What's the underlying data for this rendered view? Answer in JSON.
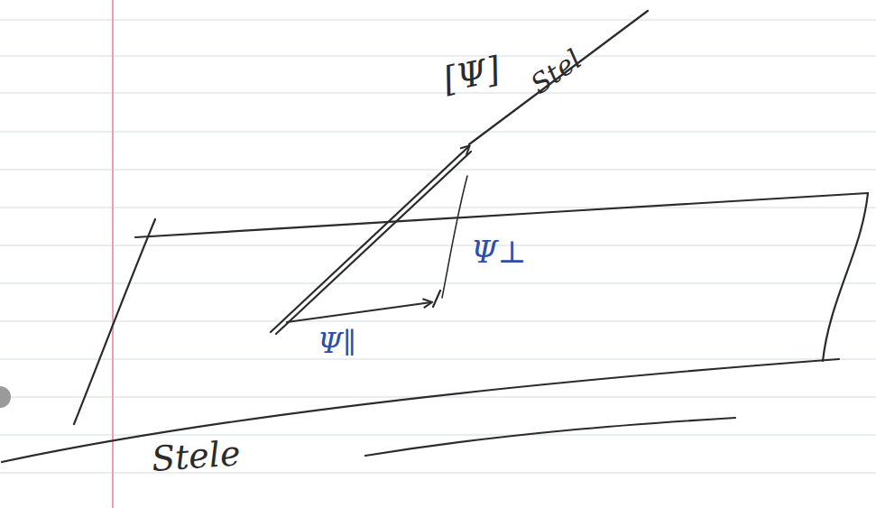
{
  "diagram": {
    "labels": [
      "[Ψ]",
      "Stel",
      "Ψ⊥",
      "Ψ∥",
      "Stele"
    ]
  }
}
